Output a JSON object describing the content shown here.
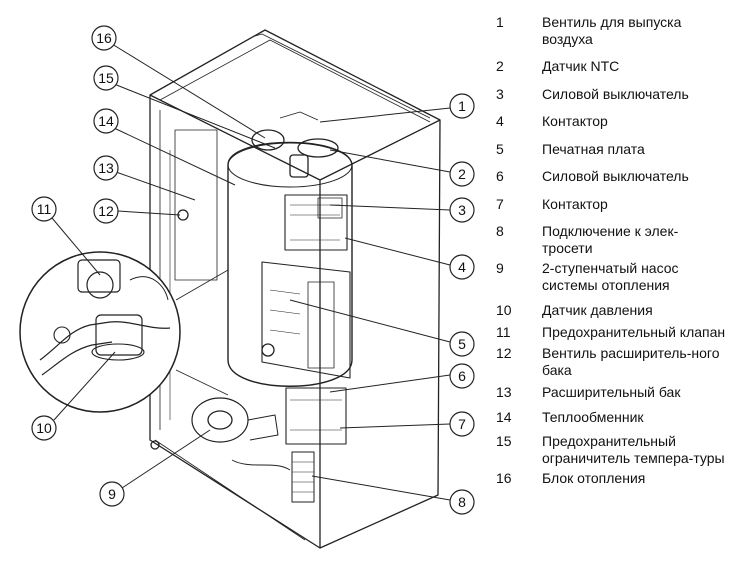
{
  "legend": [
    {
      "num": "1",
      "text": "Вентиль для выпуска воздуха"
    },
    {
      "num": "2",
      "text": "Датчик NTC"
    },
    {
      "num": "3",
      "text": "Силовой выключатель"
    },
    {
      "num": "4",
      "text": "Контактор"
    },
    {
      "num": "5",
      "text": "Печатная плата"
    },
    {
      "num": "6",
      "text": "Силовой выключатель"
    },
    {
      "num": "7",
      "text": "Контактор"
    },
    {
      "num": "8",
      "text": "Подключение к элек-тросети"
    },
    {
      "num": "9",
      "text": "2-ступенчатый насос системы отопления"
    },
    {
      "num": "10",
      "text": "Датчик давления"
    },
    {
      "num": "11",
      "text": "Предохранительный клапан"
    },
    {
      "num": "12",
      "text": "Вентиль расширитель-ного бака"
    },
    {
      "num": "13",
      "text": "Расширительный бак"
    },
    {
      "num": "14",
      "text": "Теплообменник"
    },
    {
      "num": "15",
      "text": "Предохранительный ограничитель темпера-туры"
    },
    {
      "num": "16",
      "text": "Блок отопления"
    }
  ],
  "callouts": [
    "1",
    "2",
    "3",
    "4",
    "5",
    "6",
    "7",
    "8",
    "9",
    "10",
    "11",
    "12",
    "13",
    "14",
    "15",
    "16"
  ]
}
